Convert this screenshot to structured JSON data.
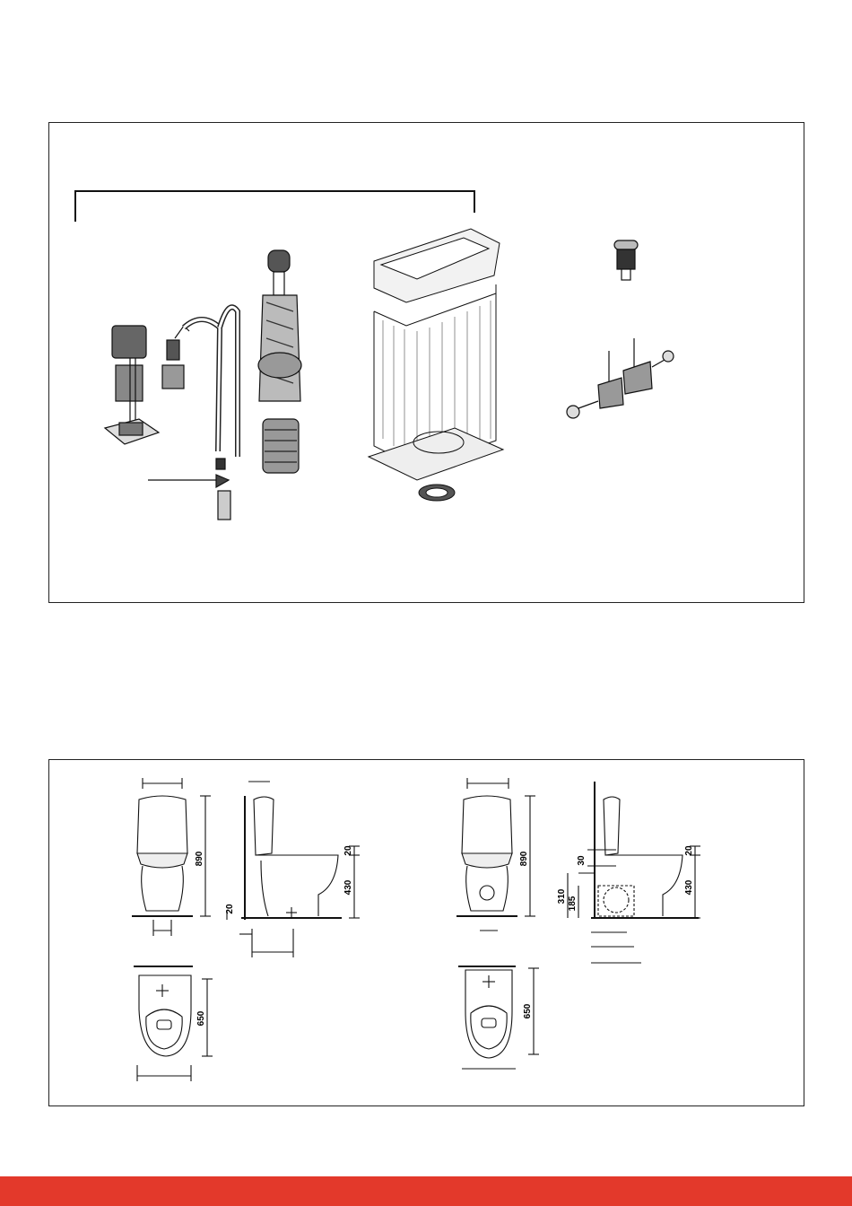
{
  "colors": {
    "footer_bar": "#e3392b",
    "line": "#111111",
    "part_fill": "#555555",
    "part_light": "#bdbdbd"
  },
  "dimensions": {
    "model_a": {
      "front_height": "890",
      "side_gap": "20",
      "side_seat_offset": "20",
      "side_seat_height": "430",
      "top_depth": "650"
    },
    "model_b": {
      "front_height": "890",
      "side_seat_offset": "20",
      "side_seat_height": "430",
      "side_inlet_offset": "30",
      "side_outlet_height": "310",
      "side_outlet_center": "185",
      "top_depth": "650"
    }
  }
}
